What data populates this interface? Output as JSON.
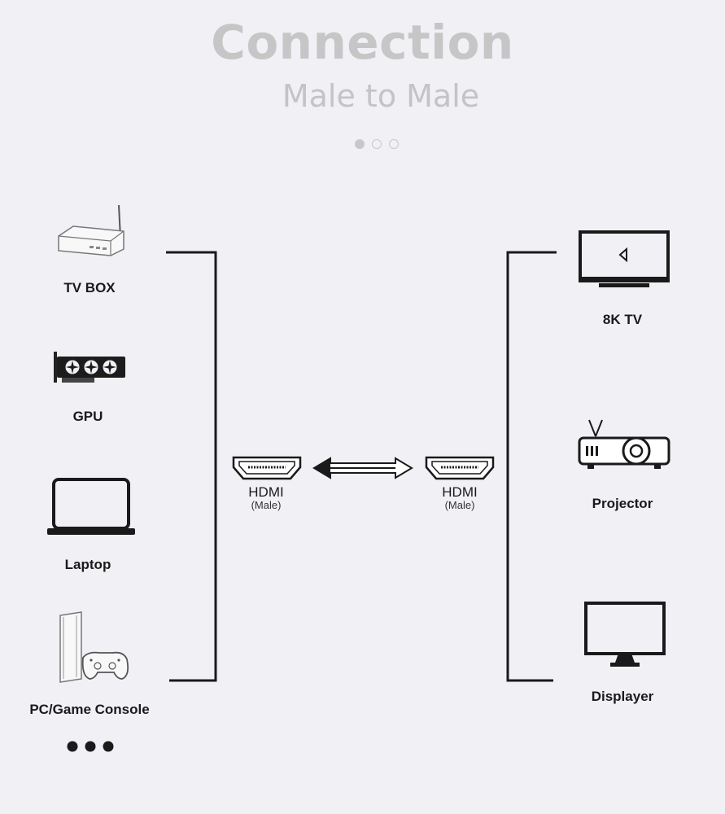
{
  "header": {
    "title": "Connection",
    "subtitle": "Male to Male",
    "pagination": {
      "total": 3,
      "active": 1
    }
  },
  "sources": [
    {
      "label": "TV BOX",
      "icon": "tv-box-icon"
    },
    {
      "label": "GPU",
      "icon": "gpu-icon"
    },
    {
      "label": "Laptop",
      "icon": "laptop-icon"
    },
    {
      "label": "PC/Game Console",
      "icon": "game-console-icon"
    }
  ],
  "more_indicator": "more-dots-icon",
  "cable": {
    "left_connector": {
      "label": "HDMI",
      "sublabel": "(Male)"
    },
    "right_connector": {
      "label": "HDMI",
      "sublabel": "(Male)"
    },
    "arrow": "double-arrow-icon"
  },
  "displays": [
    {
      "label": "8K TV",
      "icon": "tv-icon"
    },
    {
      "label": "Projector",
      "icon": "projector-icon"
    },
    {
      "label": "Displayer",
      "icon": "monitor-icon"
    }
  ],
  "colors": {
    "background": "#f1f0f5",
    "heading": "#c6c6c6",
    "ink": "#1a1a1a"
  }
}
